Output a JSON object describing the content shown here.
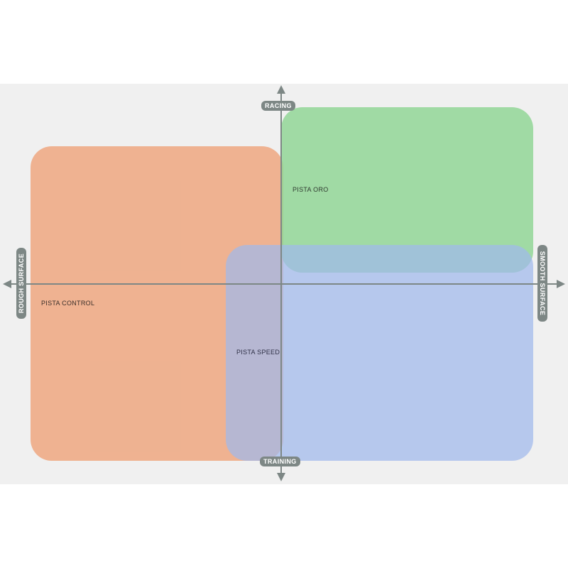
{
  "axes": {
    "top": "RACING",
    "bottom": "TRAINING",
    "left": "ROUGH SURFACE",
    "right": "SMOOTH SURFACE"
  },
  "regions": {
    "control": {
      "label": "PISTA CONTROL",
      "color": "#eea076"
    },
    "oro": {
      "label": "PISTA ORO",
      "color": "#8ed492"
    },
    "speed": {
      "label": "PISTA SPEED",
      "color": "#a0b9ec"
    }
  },
  "colors": {
    "axis": "#7d8785",
    "background": "#f0f0f0"
  }
}
